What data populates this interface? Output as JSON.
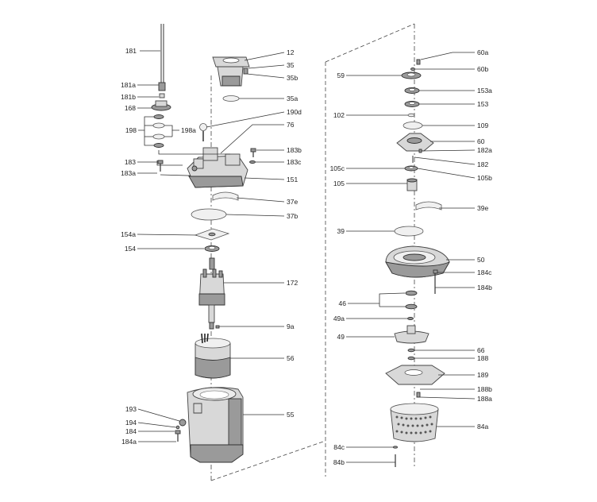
{
  "left_labels": [
    "181",
    "181a",
    "181b",
    "168",
    "198",
    "198a",
    "183",
    "183a",
    "154a",
    "154",
    "193",
    "194",
    "184",
    "184a"
  ],
  "right_labels": [
    "12",
    "35",
    "35b",
    "35a",
    "190d",
    "76",
    "183b",
    "183c",
    "151",
    "37e",
    "37b",
    "172",
    "9a",
    "56",
    "55"
  ],
  "pump_left_labels": [
    "59",
    "102",
    "105c",
    "105",
    "39",
    "46",
    "49a",
    "49",
    "84c",
    "84b"
  ],
  "pump_right_labels": [
    "60a",
    "60b",
    "153a",
    "153",
    "109",
    "60",
    "182a",
    "182",
    "105b",
    "39e",
    "50",
    "184c",
    "184b",
    "66",
    "188",
    "189",
    "188b",
    "188a",
    "84a"
  ]
}
